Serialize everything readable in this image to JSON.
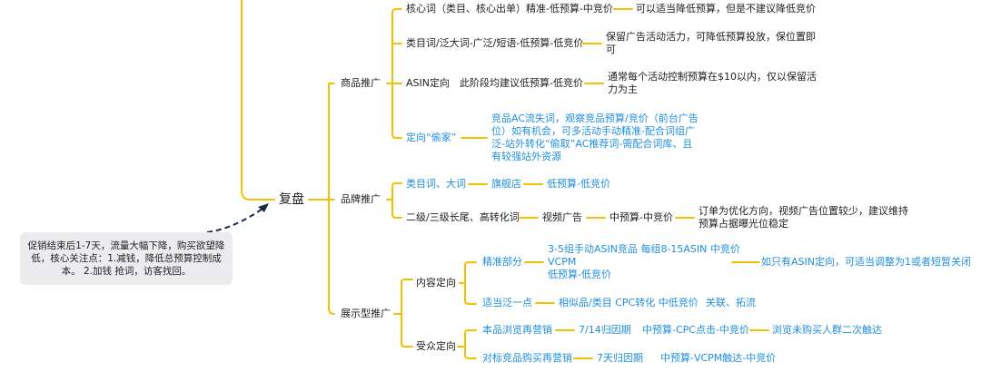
{
  "root": {
    "label": "复盘"
  },
  "note": {
    "text": "促销结束后1-7天，流量大幅下降，购买欲望降低，核心关注点：1.减钱，降低总预算控制成本。 2.加钱 抢词，访客找回。"
  },
  "product_promo": {
    "label": "商品推广",
    "items": [
      {
        "label": "核心词（类目、核心出单）精准-低预算-中竞价",
        "detail": "可以适当降低预算，但是不建议降低竞价"
      },
      {
        "label": "类目词/泛大词-广泛/短语-低预算-低竞价",
        "detail": "保留广告活动活力，可降低预算投放，保位置即可"
      },
      {
        "label": "ASIN定向　此阶段均建议低预算-低竞价",
        "detail": "通常每个活动控制预算在$10以内，仅以保留活力为主"
      },
      {
        "label": "定向“偷家”",
        "detail": "竞品AC流失词，观察竞品预算/竞价（前台广告位）如有机会，可多活动手动精准-配合词组广泛-站外转化“偷取”AC推荐词-需配合词库、且有较强站外资源"
      }
    ]
  },
  "brand_promo": {
    "label": "品牌推广",
    "row1": {
      "a": "类目词、大词",
      "b": "旗舰店",
      "c": "低预算-低竞价"
    },
    "row2": {
      "a": "二级/三级长尾、高转化词",
      "b": "视频广告",
      "c": "中预算-中竞价",
      "d": "订单为优化方向，视频广告位置较少，建议维持预算占据曝光位稳定"
    }
  },
  "display_promo": {
    "label": "展示型推广",
    "content": {
      "label": "内容定向",
      "precise": {
        "label": "精准部分",
        "line1": "3-5组手动ASIN竞品 每组8-15ASIN 中竞价",
        "line2": "VCPM",
        "line3": "低预算-低竞价",
        "detail": "如只有ASIN定向，可适当调整为1或者短暂关闭"
      },
      "broad": {
        "label": "适当泛一点",
        "a": "相似品/类目 CPC转化 中低竞价",
        "b": "关联、拓流"
      }
    },
    "audience": {
      "label": "受众定向",
      "row1": {
        "a": "本品浏览再营销",
        "b": "7/14归因期",
        "c": "中预算-CPC点击-中竞价",
        "d": "浏览未购买人群二次触达"
      },
      "row2": {
        "a": "对标竞品购买再营销",
        "b": "7天归因期",
        "c": "中预算-VCPM触达-中竞价"
      }
    }
  },
  "colors": {
    "line": "#f2c200",
    "blue_text": "#1f8fe0",
    "note_bg": "#ececef",
    "arrow": "#1b2a4a"
  }
}
